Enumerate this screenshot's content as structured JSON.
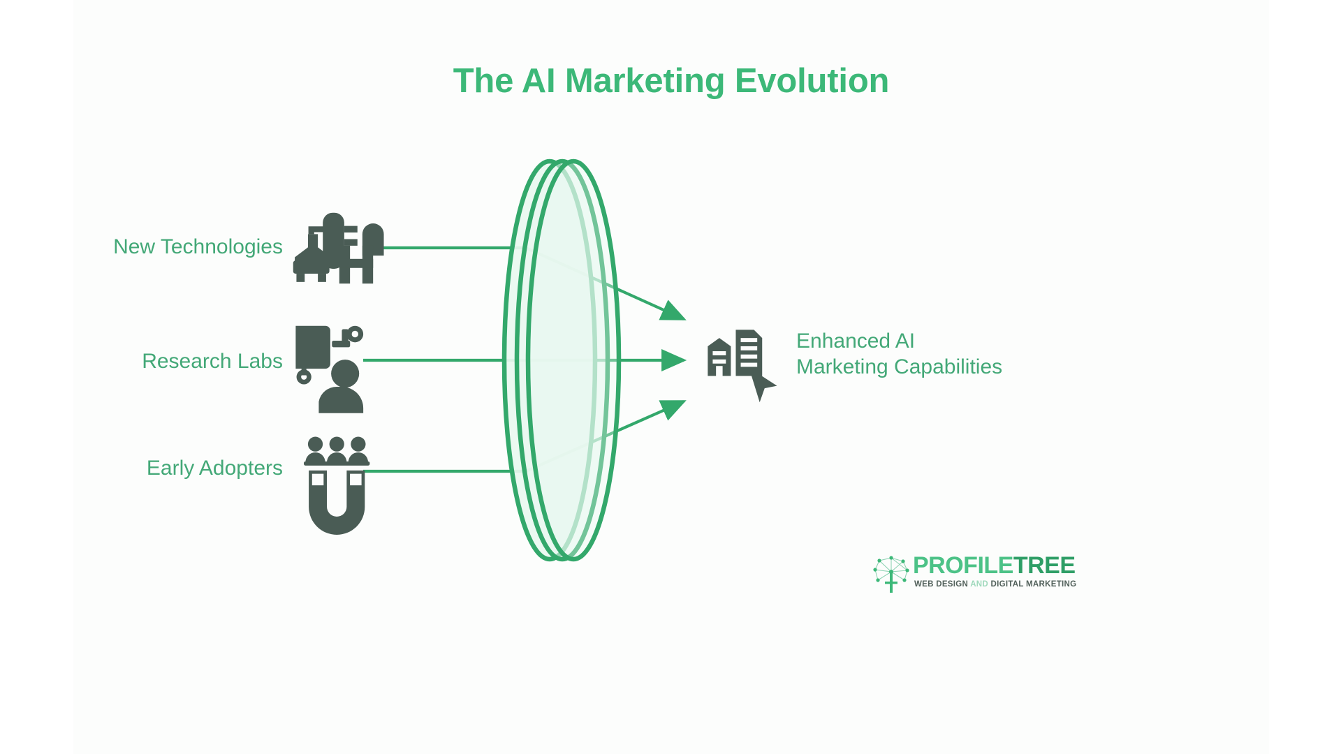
{
  "page": {
    "title": "The AI Marketing Evolution",
    "background_color": "#ffffff",
    "canvas_color": "#fcfdfc"
  },
  "colors": {
    "green_title": "#3cb878",
    "green_label": "#43a877",
    "green_stroke": "#33a86b",
    "lens_fill": "#e9f8f0",
    "icon_dark": "#4a5c55",
    "logo_profile": "#4cc287",
    "logo_tree": "#2e9e66",
    "tagline_dark": "#51605a",
    "tagline_light": "#9fd9bc"
  },
  "diagram": {
    "type": "convergence-funnel",
    "lens": {
      "name": "lens-disc",
      "ring_count": 3,
      "fill": "#e9f8f0",
      "stroke": "#33a86b"
    },
    "inputs": [
      {
        "id": "new-technologies",
        "label": "New Technologies",
        "icon": "factory-flask-icon",
        "arrow": "bends-through-lens-up-to-output"
      },
      {
        "id": "research-labs",
        "label": "Research Labs",
        "icon": "researcher-screen-icon",
        "arrow": "straight-through-lens-to-output"
      },
      {
        "id": "early-adopters",
        "label": "Early Adopters",
        "icon": "magnet-people-icon",
        "arrow": "bends-through-lens-up-to-output"
      }
    ],
    "output": {
      "id": "enhanced-ai-marketing-capabilities",
      "label_line_1": "Enhanced AI",
      "label_line_2": "Marketing Capabilities",
      "icon": "buildings-cursor-icon"
    }
  },
  "logo": {
    "mark": "tree-network-icon",
    "word_part_1": "PROFILE",
    "word_part_2": "TREE",
    "tagline_part_1": "WEB DESIGN ",
    "tagline_part_2": "AND ",
    "tagline_part_3": "DIGITAL MARKETING"
  }
}
